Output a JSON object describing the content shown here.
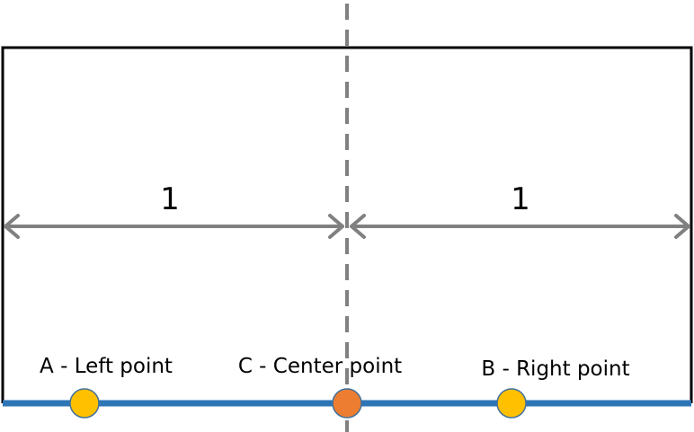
{
  "dimensions": {
    "left_value": "1",
    "right_value": "1"
  },
  "points": {
    "left": {
      "label": "A - Left point",
      "color": "#FFC000"
    },
    "center": {
      "label": "C - Center point",
      "color": "#ED7D31"
    },
    "right": {
      "label": "B - Right point",
      "color": "#FFC000"
    }
  },
  "colors": {
    "frame": "#000000",
    "baseline": "#2E75B6",
    "arrows": "#808080",
    "center_line": "#808080",
    "point_outline": "#41719C"
  }
}
